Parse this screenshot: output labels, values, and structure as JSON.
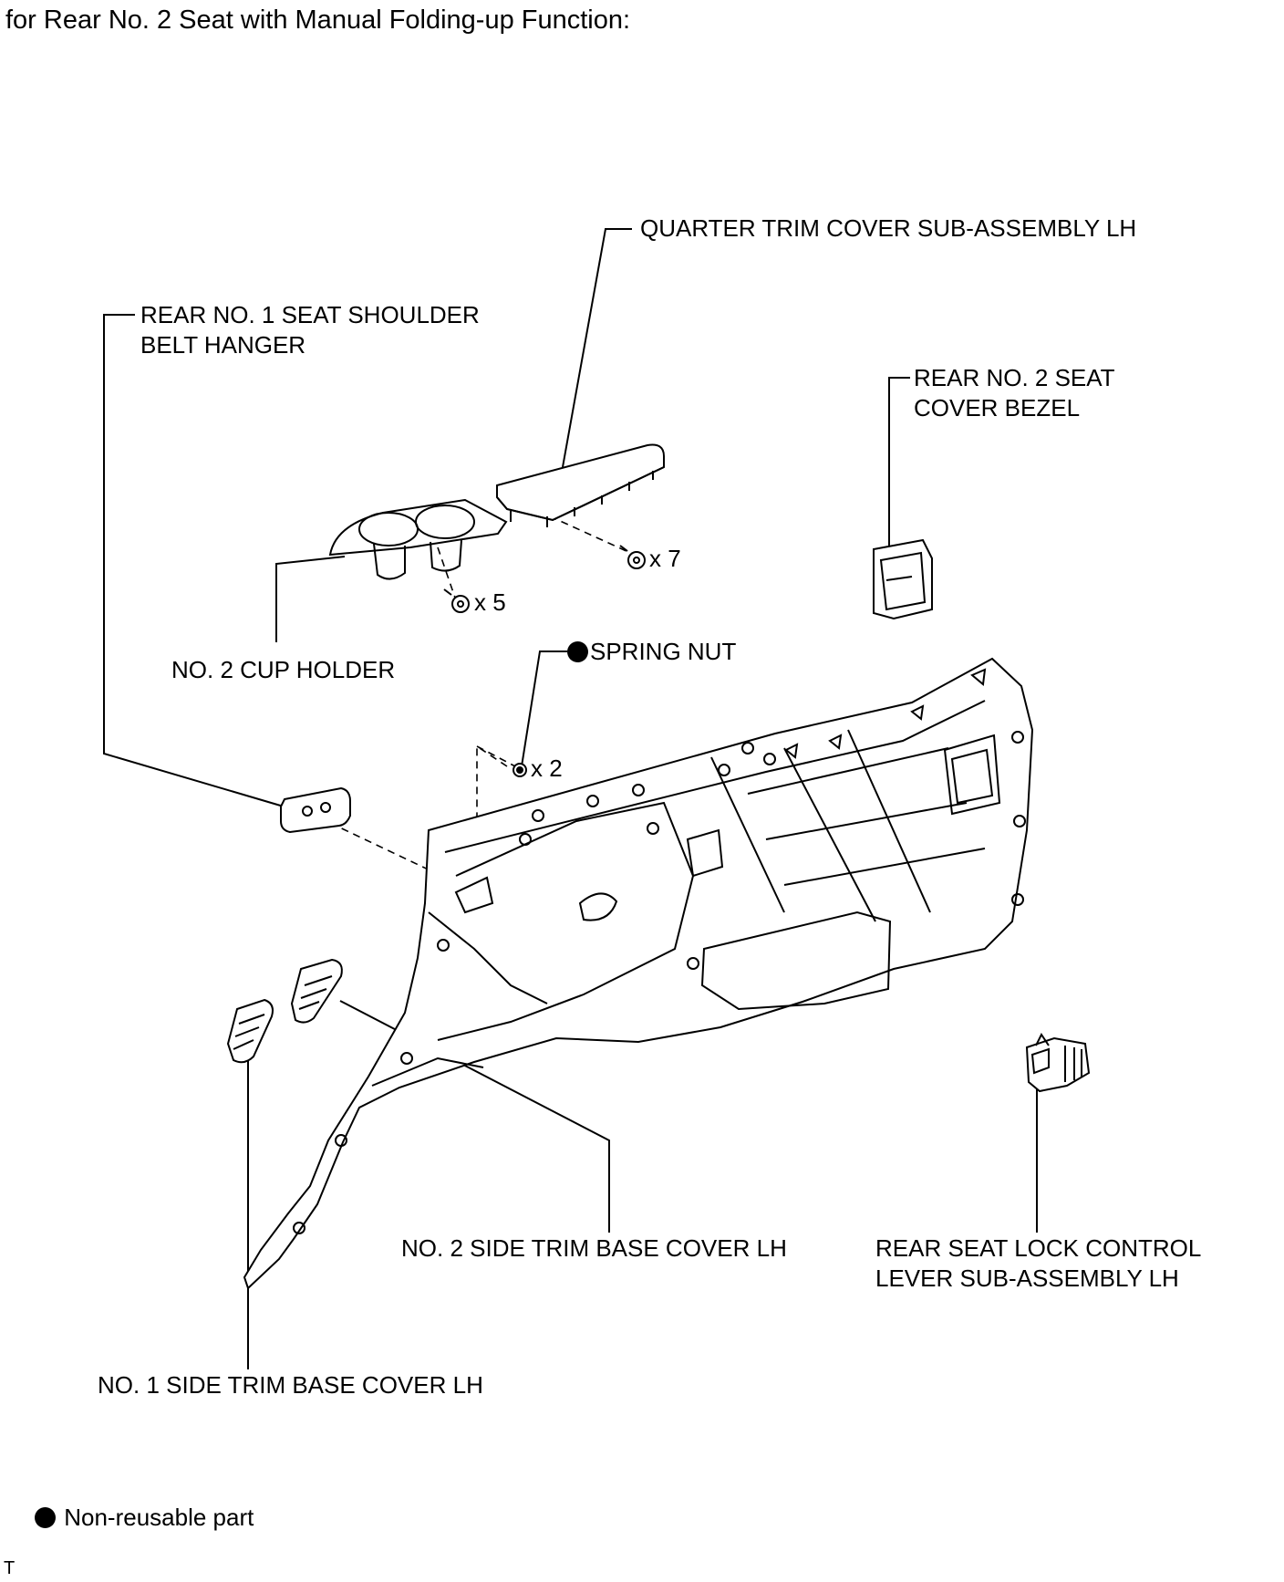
{
  "heading": "for Rear No. 2 Seat with Manual Folding-up Function:",
  "labels": {
    "quarter_trim": "QUARTER TRIM COVER SUB-ASSEMBLY LH",
    "belt_hanger_line1": "REAR NO. 1 SEAT SHOULDER",
    "belt_hanger_line2": "BELT HANGER",
    "seat_cover_bezel_line1": "REAR NO. 2 SEAT",
    "seat_cover_bezel_line2": "COVER BEZEL",
    "cup_holder": "NO. 2 CUP HOLDER",
    "spring_nut": "SPRING NUT",
    "side_trim_2": "NO. 2 SIDE TRIM BASE COVER LH",
    "lock_lever_line1": "REAR SEAT LOCK CONTROL",
    "lock_lever_line2": "LEVER SUB-ASSEMBLY LH",
    "side_trim_1": "NO. 1 SIDE TRIM BASE COVER LH"
  },
  "quantities": {
    "x7": "x 7",
    "x5": "x 5",
    "x2": "x 2"
  },
  "legend": {
    "non_reusable": "Non-reusable part"
  },
  "corner_mark": "T"
}
